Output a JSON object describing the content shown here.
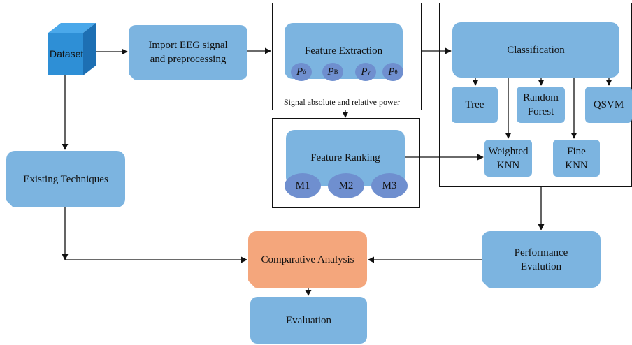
{
  "dataset": "Dataset",
  "import": {
    "line1": "Import EEG signal",
    "line2": "and preprocessing"
  },
  "feature_extraction": {
    "title": "Feature Extraction",
    "powers": [
      {
        "sym": "P",
        "sub": "ά"
      },
      {
        "sym": "P",
        "sub": "B"
      },
      {
        "sym": "P",
        "sub": "γ"
      },
      {
        "sym": "P",
        "sub": "θ"
      }
    ],
    "caption": "Signal absolute and relative power"
  },
  "feature_ranking": {
    "title": "Feature Ranking",
    "methods": [
      "M1",
      "M2",
      "M3"
    ]
  },
  "classification": {
    "title": "Classification",
    "tree": "Tree",
    "rf": {
      "line1": "Random",
      "line2": "Forest"
    },
    "qsvm": "QSVM",
    "wknn": {
      "line1": "Weighted",
      "line2": "KNN"
    },
    "fknn": {
      "line1": "Fine",
      "line2": "KNN"
    }
  },
  "existing": "Existing Techniques",
  "comparative": "Comparative Analysis",
  "performance": {
    "line1": "Performance",
    "line2": "Evalution"
  },
  "evaluation": "Evaluation",
  "colors": {
    "box": "#7cb4e0",
    "accent": "#f4a67c",
    "ellipse": "#6f8fcf",
    "cube_front": "#2e8fd6"
  }
}
